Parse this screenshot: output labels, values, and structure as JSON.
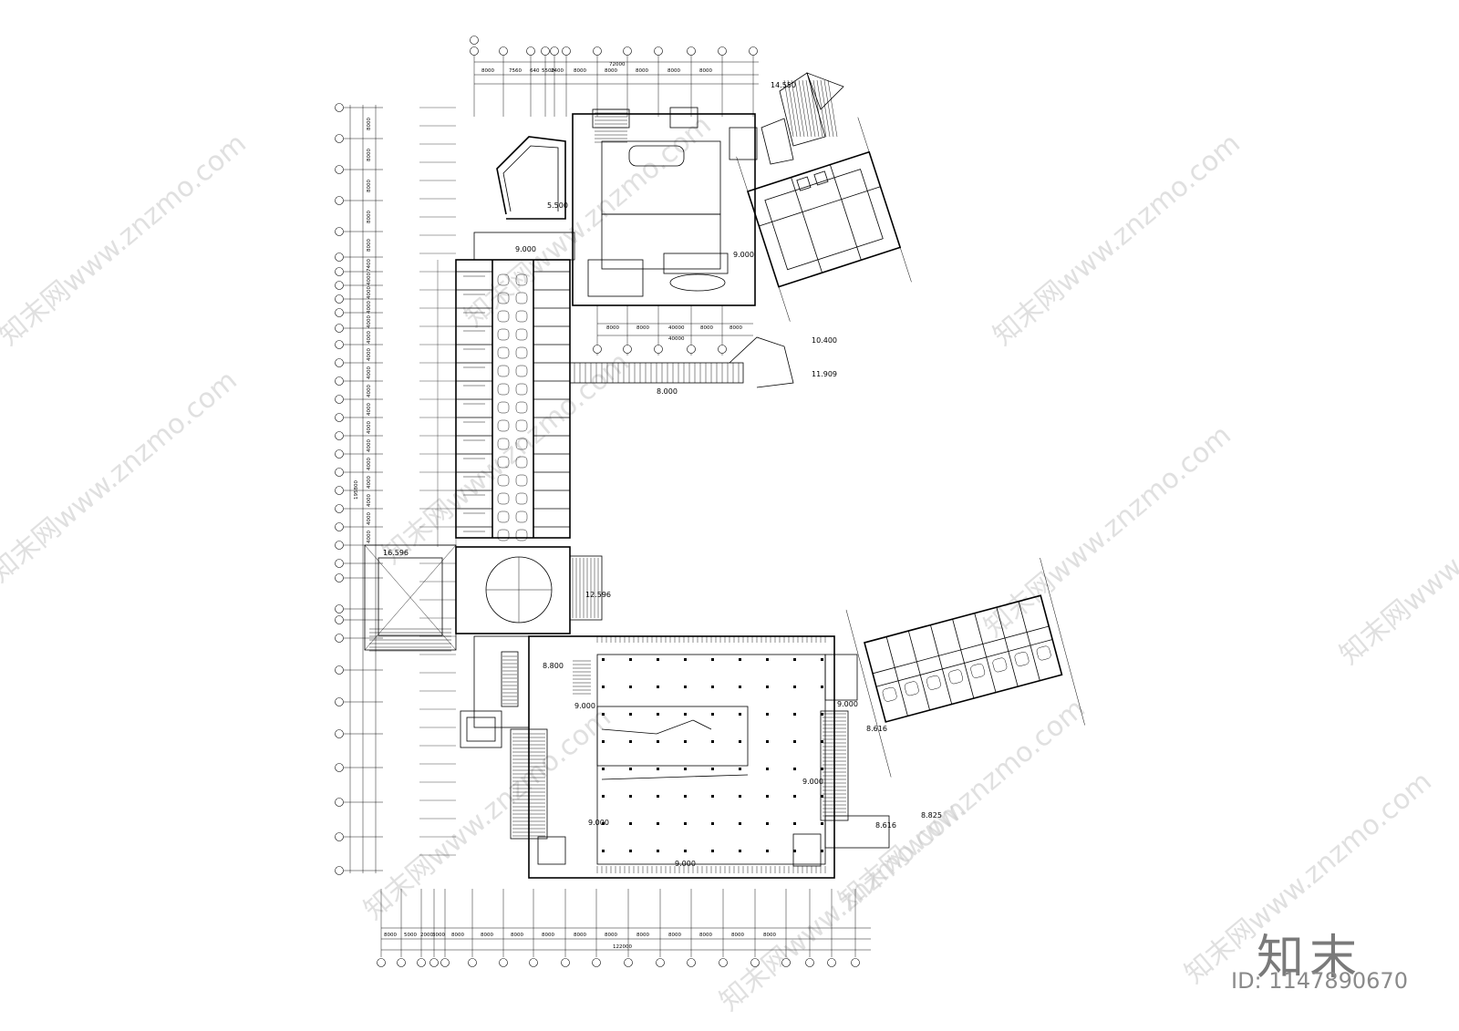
{
  "drawing": {
    "top_overall_dim": "72000",
    "top_dims": [
      "8000",
      "7560",
      "640",
      "5500",
      "2400",
      "8000",
      "8000",
      "8000",
      "8000",
      "8000"
    ],
    "right_block_dims": [
      "8000",
      "8000",
      "40000",
      "8000",
      "8000"
    ],
    "right_block_total": "40000",
    "bottom_overall_dim": "122000",
    "bottom_dims": [
      "8000",
      "5000",
      "2000",
      "3000",
      "8000",
      "8000",
      "8000",
      "8000",
      "8000",
      "8000",
      "8000",
      "8000",
      "8000",
      "8000",
      "8000"
    ],
    "left_dims": [
      "8000",
      "8000",
      "8000",
      "8000",
      "8000",
      "7400",
      "4000",
      "4000",
      "4000",
      "4000",
      "4000",
      "4000",
      "4000",
      "4000",
      "4000",
      "4000",
      "4000",
      "4000",
      "4000",
      "4000",
      "4000",
      "4000"
    ],
    "left_overall_dim": "195800",
    "elevations": {
      "e1": "14.550",
      "e2": "5.500",
      "e3": "9.000",
      "e4": "9.000",
      "e5": "10.400",
      "e6": "11.909",
      "e7": "8.000",
      "e8": "16.596",
      "e9": "12.596",
      "e10": "8.800",
      "e11": "9.000",
      "e12": "9.000",
      "e13": "9.000",
      "e14": "9.000",
      "e15": "9.000",
      "e16": "8.616",
      "e17": "8.616",
      "e18": "8.825"
    }
  },
  "watermark": {
    "text": "知末网www.znzmo.com",
    "color": "#c8c8c8"
  },
  "brand": {
    "logo_text": "知末",
    "image_id": "ID: 1147890670"
  }
}
